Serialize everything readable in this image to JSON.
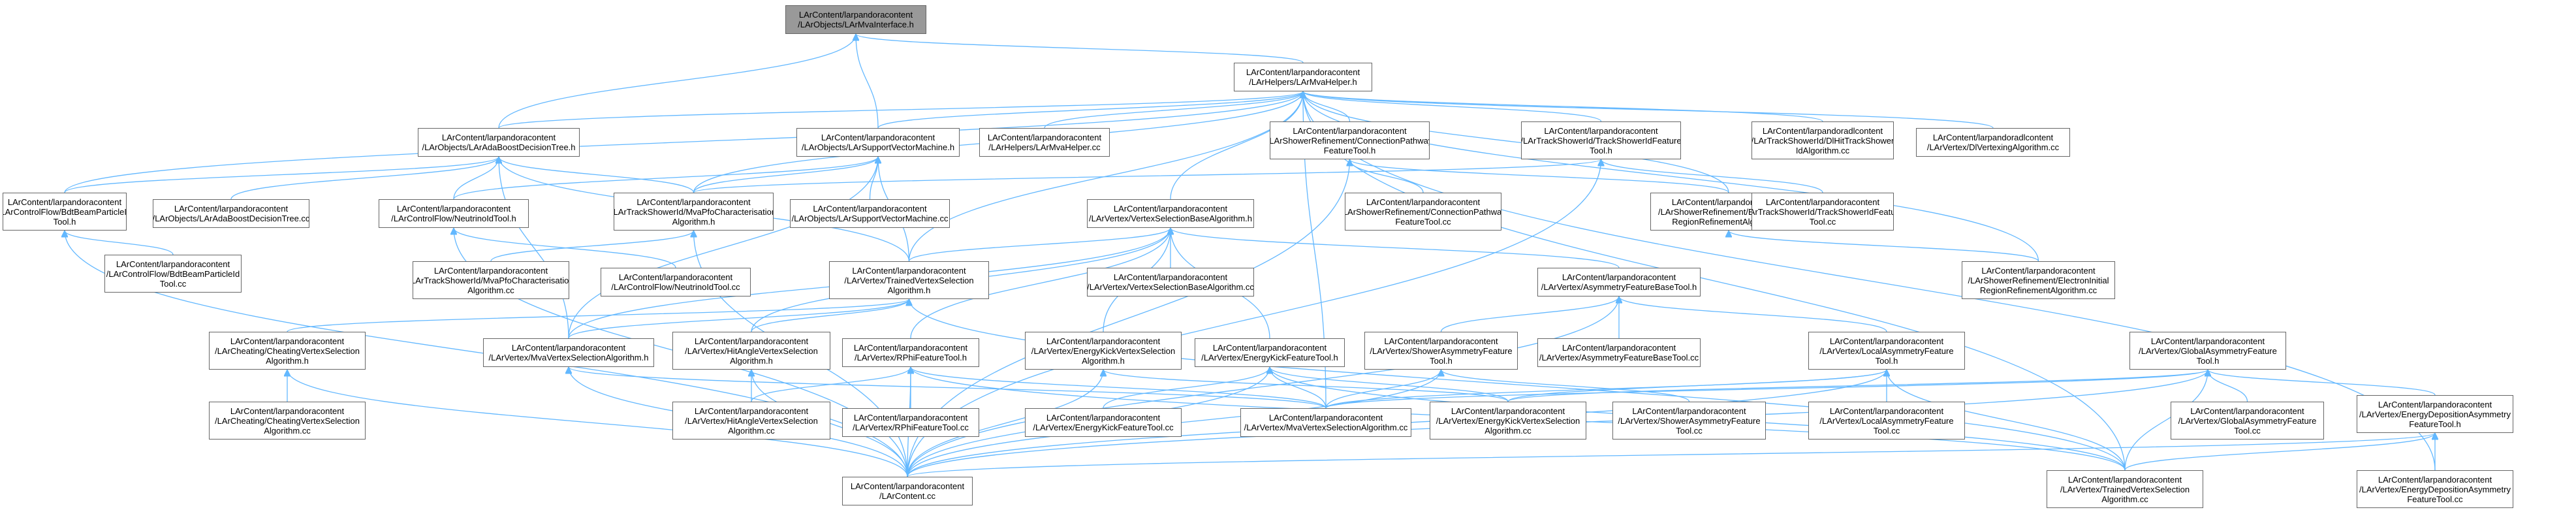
{
  "graph": {
    "nodes": [
      {
        "id": "n0",
        "lines": [
          "LArContent/larpandoracontent",
          "/LArObjects/LArMvaInterface.h"
        ],
        "root": true
      },
      {
        "id": "n1",
        "lines": [
          "LArContent/larpandoracontent",
          "/LArHelpers/LArMvaHelper.h"
        ]
      },
      {
        "id": "n2",
        "lines": [
          "LArContent/larpandoracontent",
          "/LArObjects/LArAdaBoostDecisionTree.h"
        ]
      },
      {
        "id": "n3",
        "lines": [
          "LArContent/larpandoracontent",
          "/LArObjects/LArSupportVectorMachine.h"
        ]
      },
      {
        "id": "n4",
        "lines": [
          "LArContent/larpandoracontent",
          "/LArHelpers/LArMvaHelper.cc"
        ]
      },
      {
        "id": "n5",
        "lines": [
          "LArContent/larpandoracontent",
          "/LArShowerRefinement/ConnectionPathway",
          "FeatureTool.h"
        ]
      },
      {
        "id": "n6",
        "lines": [
          "LArContent/larpandoracontent",
          "/LArTrackShowerId/TrackShowerIdFeature",
          "Tool.h"
        ]
      },
      {
        "id": "n7",
        "lines": [
          "LArContent/larpandoradlcontent",
          "/LArTrackShowerId/DlHitTrackShower",
          "IdAlgorithm.cc"
        ]
      },
      {
        "id": "n8",
        "lines": [
          "LArContent/larpandoradlcontent",
          "/LArVertex/DlVertexingAlgorithm.cc"
        ]
      },
      {
        "id": "n9",
        "lines": [
          "LArContent/larpandoracontent",
          "/LArControlFlow/BdtBeamParticleId",
          "Tool.h"
        ]
      },
      {
        "id": "n10",
        "lines": [
          "LArContent/larpandoracontent",
          "/LArObjects/LArAdaBoostDecisionTree.cc"
        ]
      },
      {
        "id": "n11",
        "lines": [
          "LArContent/larpandoracontent",
          "/LArControlFlow/NeutrinoIdTool.h"
        ]
      },
      {
        "id": "n12",
        "lines": [
          "LArContent/larpandoracontent",
          "/LArTrackShowerId/MvaPfoCharacterisation",
          "Algorithm.h"
        ]
      },
      {
        "id": "n13",
        "lines": [
          "LArContent/larpandoracontent",
          "/LArObjects/LArSupportVectorMachine.cc"
        ]
      },
      {
        "id": "n14",
        "lines": [
          "LArContent/larpandoracontent",
          "/LArVertex/VertexSelectionBaseAlgorithm.h"
        ]
      },
      {
        "id": "n15",
        "lines": [
          "LArContent/larpandoracontent",
          "/LArShowerRefinement/ConnectionPathway",
          "FeatureTool.cc"
        ]
      },
      {
        "id": "n16",
        "lines": [
          "LArContent/larpandoracontent",
          "/LArShowerRefinement/ElectronInitial",
          "RegionRefinementAlgorithm.h"
        ]
      },
      {
        "id": "n17",
        "lines": [
          "LArContent/larpandoracontent",
          "/LArTrackShowerId/TrackShowerIdFeature",
          "Tool.cc"
        ]
      },
      {
        "id": "n18",
        "lines": [
          "LArContent/larpandoracontent",
          "/LArControlFlow/BdtBeamParticleId",
          "Tool.cc"
        ]
      },
      {
        "id": "n19",
        "lines": [
          "LArContent/larpandoracontent",
          "/LArTrackShowerId/MvaPfoCharacterisation",
          "Algorithm.cc"
        ]
      },
      {
        "id": "n20",
        "lines": [
          "LArContent/larpandoracontent",
          "/LArControlFlow/NeutrinoIdTool.cc"
        ]
      },
      {
        "id": "n21",
        "lines": [
          "LArContent/larpandoracontent",
          "/LArVertex/TrainedVertexSelection",
          "Algorithm.h"
        ]
      },
      {
        "id": "n22",
        "lines": [
          "LArContent/larpandoracontent",
          "/LArVertex/VertexSelectionBaseAlgorithm.cc"
        ]
      },
      {
        "id": "n23",
        "lines": [
          "LArContent/larpandoracontent",
          "/LArVertex/AsymmetryFeatureBaseTool.h"
        ]
      },
      {
        "id": "n24",
        "lines": [
          "LArContent/larpandoracontent",
          "/LArShowerRefinement/ElectronInitial",
          "RegionRefinementAlgorithm.cc"
        ]
      },
      {
        "id": "n25",
        "lines": [
          "LArContent/larpandoracontent",
          "/LArCheating/CheatingVertexSelection",
          "Algorithm.h"
        ]
      },
      {
        "id": "n26",
        "lines": [
          "LArContent/larpandoracontent",
          "/LArVertex/MvaVertexSelectionAlgorithm.h"
        ]
      },
      {
        "id": "n27",
        "lines": [
          "LArContent/larpandoracontent",
          "/LArVertex/HitAngleVertexSelection",
          "Algorithm.h"
        ]
      },
      {
        "id": "n28",
        "lines": [
          "LArContent/larpandoracontent",
          "/LArVertex/RPhiFeatureTool.h"
        ]
      },
      {
        "id": "n29",
        "lines": [
          "LArContent/larpandoracontent",
          "/LArVertex/EnergyKickVertexSelection",
          "Algorithm.h"
        ]
      },
      {
        "id": "n30",
        "lines": [
          "LArContent/larpandoracontent",
          "/LArVertex/EnergyKickFeatureTool.h"
        ]
      },
      {
        "id": "n31",
        "lines": [
          "LArContent/larpandoracontent",
          "/LArVertex/ShowerAsymmetryFeature",
          "Tool.h"
        ]
      },
      {
        "id": "n32",
        "lines": [
          "LArContent/larpandoracontent",
          "/LArVertex/AsymmetryFeatureBaseTool.cc"
        ]
      },
      {
        "id": "n33",
        "lines": [
          "LArContent/larpandoracontent",
          "/LArVertex/LocalAsymmetryFeature",
          "Tool.h"
        ]
      },
      {
        "id": "n34",
        "lines": [
          "LArContent/larpandoracontent",
          "/LArVertex/GlobalAsymmetryFeature",
          "Tool.h"
        ]
      },
      {
        "id": "n35",
        "lines": [
          "LArContent/larpandoracontent",
          "/LArCheating/CheatingVertexSelection",
          "Algorithm.cc"
        ]
      },
      {
        "id": "n36",
        "lines": [
          "LArContent/larpandoracontent",
          "/LArVertex/HitAngleVertexSelection",
          "Algorithm.cc"
        ]
      },
      {
        "id": "n37",
        "lines": [
          "LArContent/larpandoracontent",
          "/LArVertex/RPhiFeatureTool.cc"
        ]
      },
      {
        "id": "n38",
        "lines": [
          "LArContent/larpandoracontent",
          "/LArVertex/EnergyKickFeatureTool.cc"
        ]
      },
      {
        "id": "n39",
        "lines": [
          "LArContent/larpandoracontent",
          "/LArVertex/MvaVertexSelectionAlgorithm.cc"
        ]
      },
      {
        "id": "n40",
        "lines": [
          "LArContent/larpandoracontent",
          "/LArVertex/EnergyKickVertexSelection",
          "Algorithm.cc"
        ]
      },
      {
        "id": "n41",
        "lines": [
          "LArContent/larpandoracontent",
          "/LArVertex/ShowerAsymmetryFeature",
          "Tool.cc"
        ]
      },
      {
        "id": "n42",
        "lines": [
          "LArContent/larpandoracontent",
          "/LArVertex/LocalAsymmetryFeature",
          "Tool.cc"
        ]
      },
      {
        "id": "n43",
        "lines": [
          "LArContent/larpandoracontent",
          "/LArVertex/GlobalAsymmetryFeature",
          "Tool.cc"
        ]
      },
      {
        "id": "n44",
        "lines": [
          "LArContent/larpandoracontent",
          "/LArVertex/EnergyDepositionAsymmetry",
          "FeatureTool.h"
        ]
      },
      {
        "id": "n45",
        "lines": [
          "LArContent/larpandoracontent",
          "/LArContent.cc"
        ]
      },
      {
        "id": "n46",
        "lines": [
          "LArContent/larpandoracontent",
          "/LArVertex/TrainedVertexSelection",
          "Algorithm.cc"
        ]
      },
      {
        "id": "n47",
        "lines": [
          "LArContent/larpandoracontent",
          "/LArVertex/EnergyDepositionAsymmetry",
          "FeatureTool.cc"
        ]
      }
    ],
    "edges": [
      [
        "n1",
        "n0"
      ],
      [
        "n2",
        "n0"
      ],
      [
        "n3",
        "n0"
      ],
      [
        "n2",
        "n1"
      ],
      [
        "n3",
        "n1"
      ],
      [
        "n4",
        "n1"
      ],
      [
        "n5",
        "n1"
      ],
      [
        "n6",
        "n1"
      ],
      [
        "n7",
        "n1"
      ],
      [
        "n8",
        "n1"
      ],
      [
        "n9",
        "n1"
      ],
      [
        "n12",
        "n1"
      ],
      [
        "n14",
        "n1"
      ],
      [
        "n16",
        "n1"
      ],
      [
        "n21",
        "n1"
      ],
      [
        "n24",
        "n1"
      ],
      [
        "n39",
        "n1"
      ],
      [
        "n46",
        "n1"
      ],
      [
        "n47",
        "n1"
      ],
      [
        "n9",
        "n2"
      ],
      [
        "n10",
        "n2"
      ],
      [
        "n11",
        "n2"
      ],
      [
        "n12",
        "n2"
      ],
      [
        "n21",
        "n2"
      ],
      [
        "n26",
        "n2"
      ],
      [
        "n11",
        "n3"
      ],
      [
        "n12",
        "n3"
      ],
      [
        "n13",
        "n3"
      ],
      [
        "n21",
        "n3"
      ],
      [
        "n26",
        "n3"
      ],
      [
        "n15",
        "n5"
      ],
      [
        "n16",
        "n5"
      ],
      [
        "n45",
        "n5"
      ],
      [
        "n12",
        "n6"
      ],
      [
        "n17",
        "n6"
      ],
      [
        "n45",
        "n6"
      ],
      [
        "n18",
        "n9"
      ],
      [
        "n45",
        "n9"
      ],
      [
        "n20",
        "n11"
      ],
      [
        "n45",
        "n11"
      ],
      [
        "n19",
        "n12"
      ],
      [
        "n45",
        "n12"
      ],
      [
        "n21",
        "n14"
      ],
      [
        "n22",
        "n14"
      ],
      [
        "n23",
        "n14"
      ],
      [
        "n26",
        "n14"
      ],
      [
        "n28",
        "n14"
      ],
      [
        "n29",
        "n14"
      ],
      [
        "n30",
        "n14"
      ],
      [
        "n27",
        "n14"
      ],
      [
        "n24",
        "n16"
      ],
      [
        "n25",
        "n21"
      ],
      [
        "n26",
        "n21"
      ],
      [
        "n27",
        "n21"
      ],
      [
        "n46",
        "n21"
      ],
      [
        "n31",
        "n23"
      ],
      [
        "n32",
        "n23"
      ],
      [
        "n33",
        "n23"
      ],
      [
        "n45",
        "n23"
      ],
      [
        "n35",
        "n25"
      ],
      [
        "n45",
        "n25"
      ],
      [
        "n39",
        "n26"
      ],
      [
        "n45",
        "n26"
      ],
      [
        "n36",
        "n27"
      ],
      [
        "n45",
        "n27"
      ],
      [
        "n37",
        "n28"
      ],
      [
        "n39",
        "n28"
      ],
      [
        "n45",
        "n28"
      ],
      [
        "n46",
        "n28"
      ],
      [
        "n36",
        "n28"
      ],
      [
        "n40",
        "n29"
      ],
      [
        "n45",
        "n29"
      ],
      [
        "n38",
        "n30"
      ],
      [
        "n39",
        "n30"
      ],
      [
        "n40",
        "n30"
      ],
      [
        "n45",
        "n30"
      ],
      [
        "n46",
        "n30"
      ],
      [
        "n41",
        "n31"
      ],
      [
        "n39",
        "n31"
      ],
      [
        "n45",
        "n31"
      ],
      [
        "n42",
        "n33"
      ],
      [
        "n39",
        "n33"
      ],
      [
        "n40",
        "n33"
      ],
      [
        "n45",
        "n33"
      ],
      [
        "n46",
        "n33"
      ],
      [
        "n43",
        "n34"
      ],
      [
        "n39",
        "n34"
      ],
      [
        "n40",
        "n34"
      ],
      [
        "n45",
        "n34"
      ],
      [
        "n46",
        "n34"
      ],
      [
        "n44",
        "n34"
      ],
      [
        "n47",
        "n44"
      ],
      [
        "n45",
        "n44"
      ],
      [
        "n46",
        "n44"
      ]
    ]
  }
}
